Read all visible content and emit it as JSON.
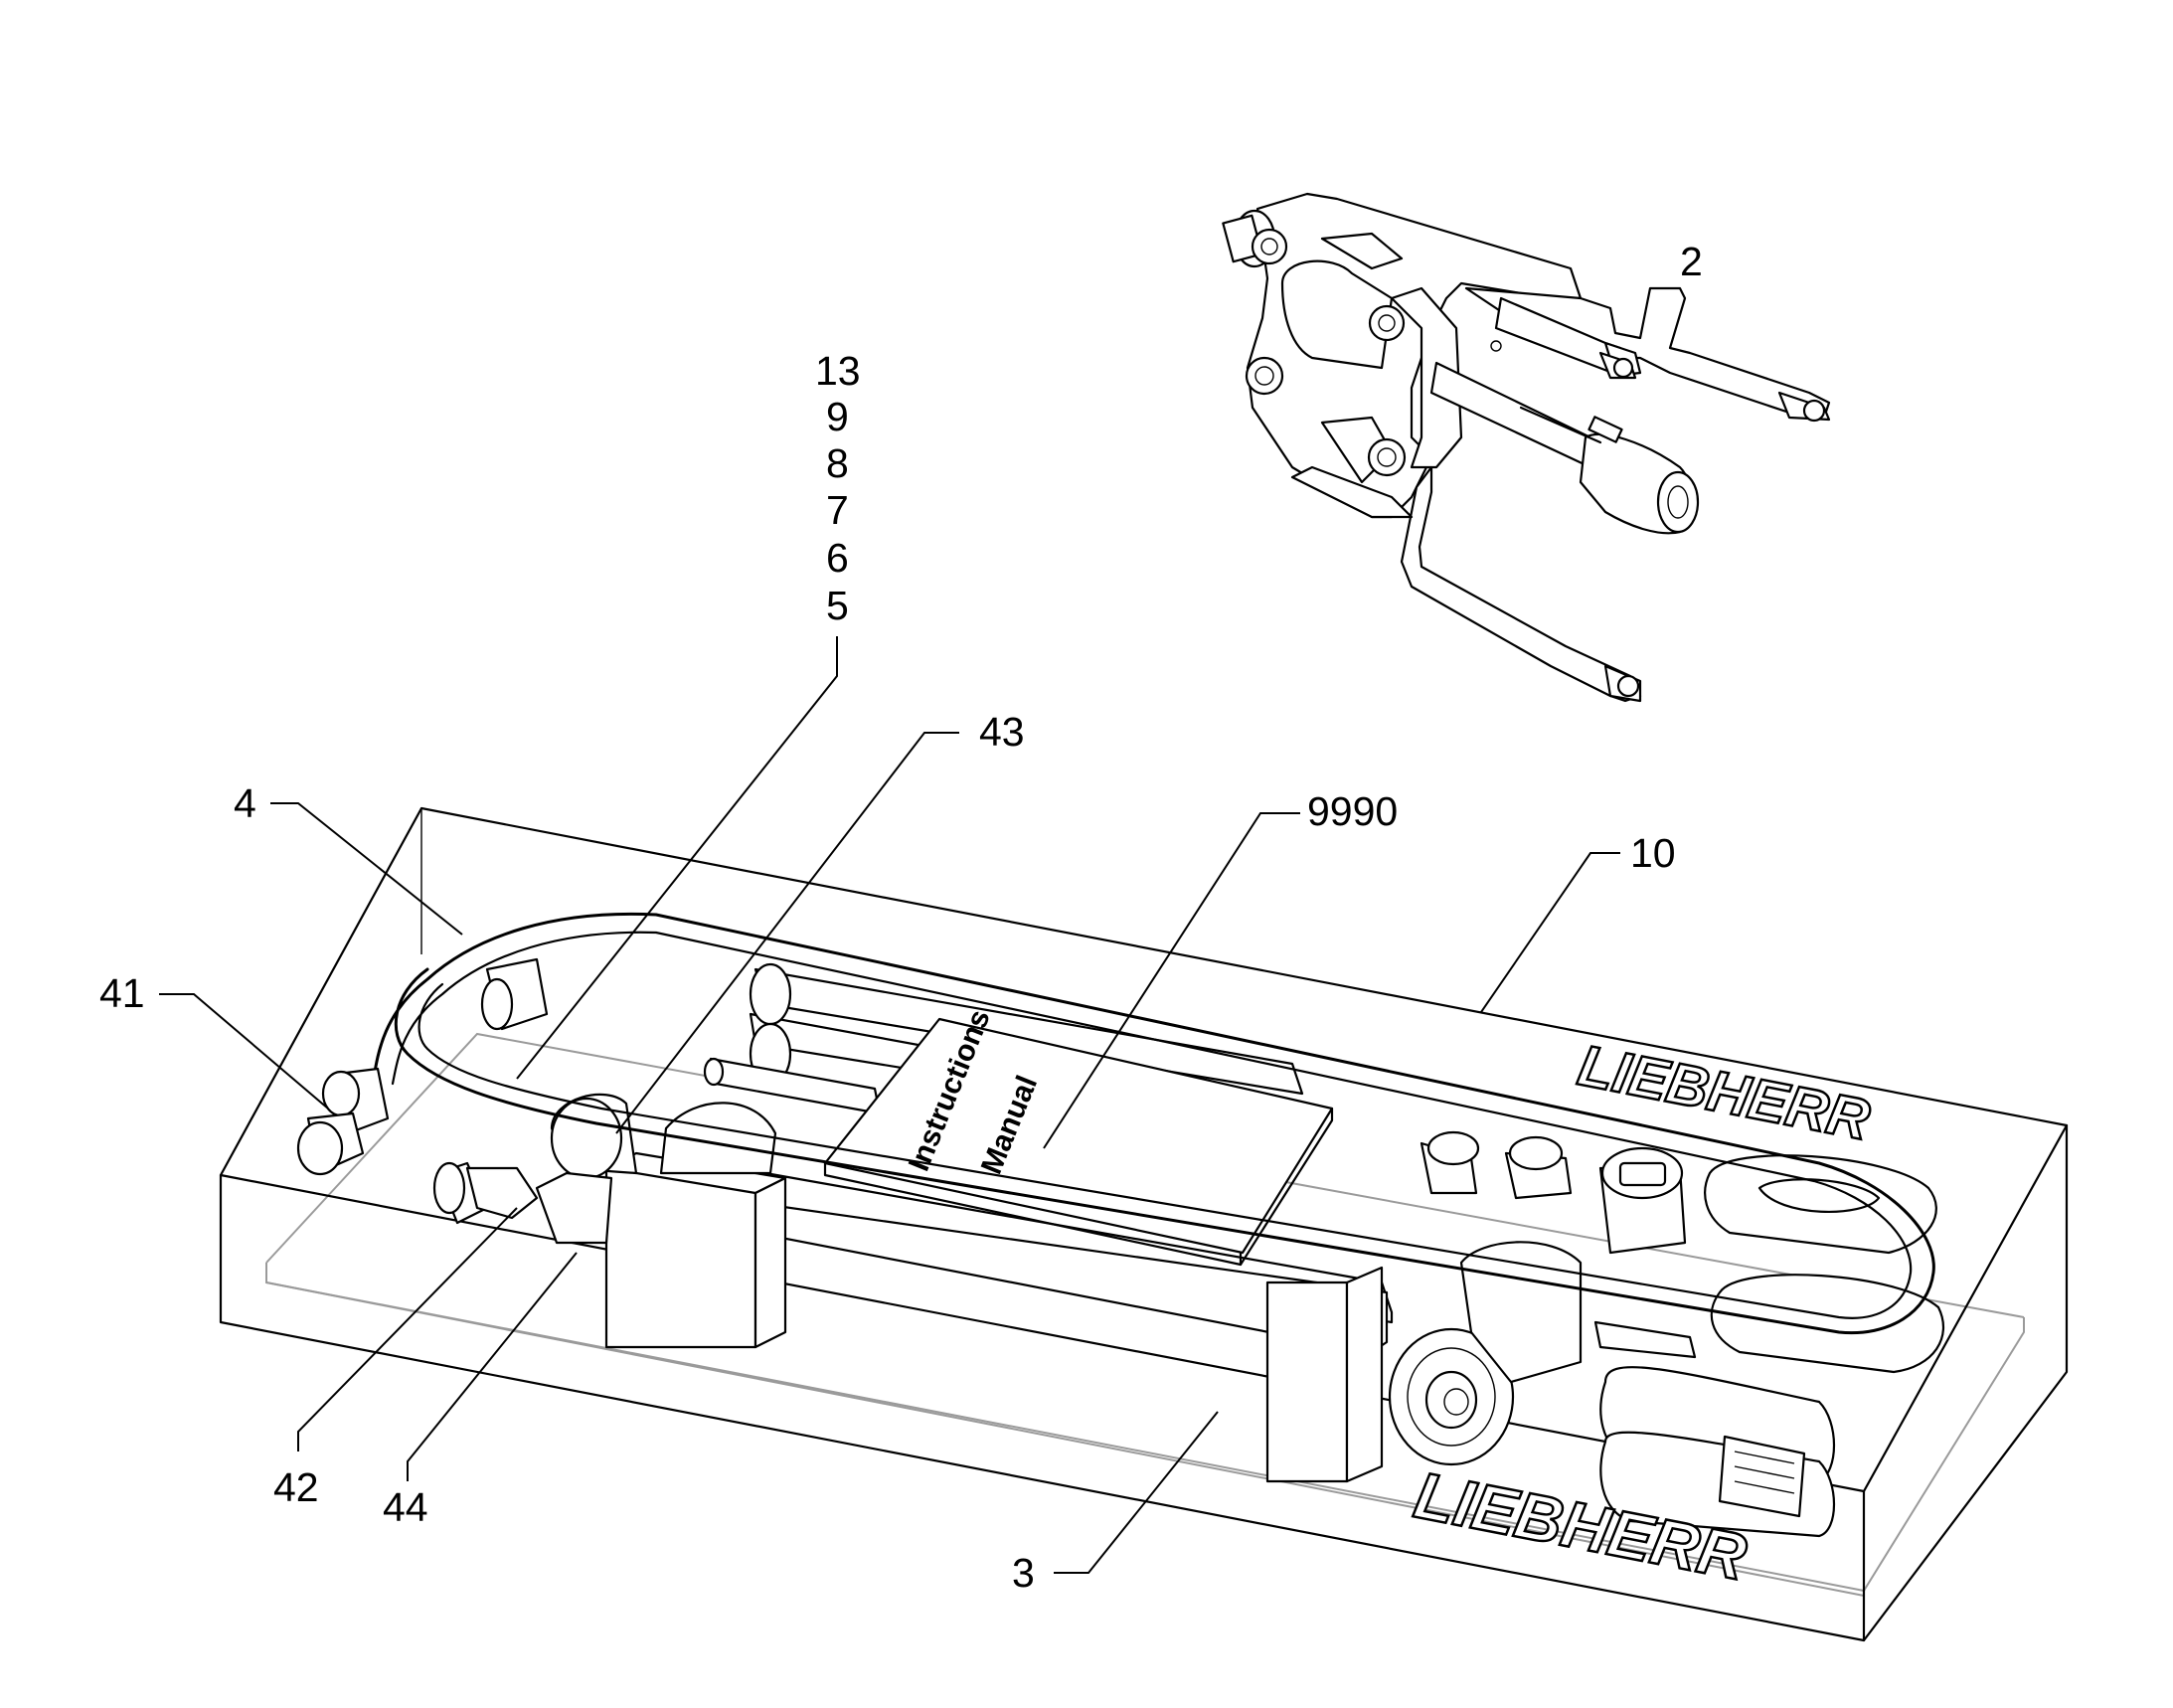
{
  "callouts": {
    "c2": "2",
    "c13": "13",
    "c9": "9",
    "c8": "8",
    "c7": "7",
    "c6": "6",
    "c5": "5",
    "c43": "43",
    "c4": "4",
    "c9990": "9990",
    "c10": "10",
    "c41": "41",
    "c42": "42",
    "c44": "44",
    "c3": "3"
  },
  "labels": {
    "manual_line1": "Instructions",
    "manual_line2": "Manual",
    "brand_top": "LIEBHERR",
    "brand_front": "LIEBHERR"
  }
}
